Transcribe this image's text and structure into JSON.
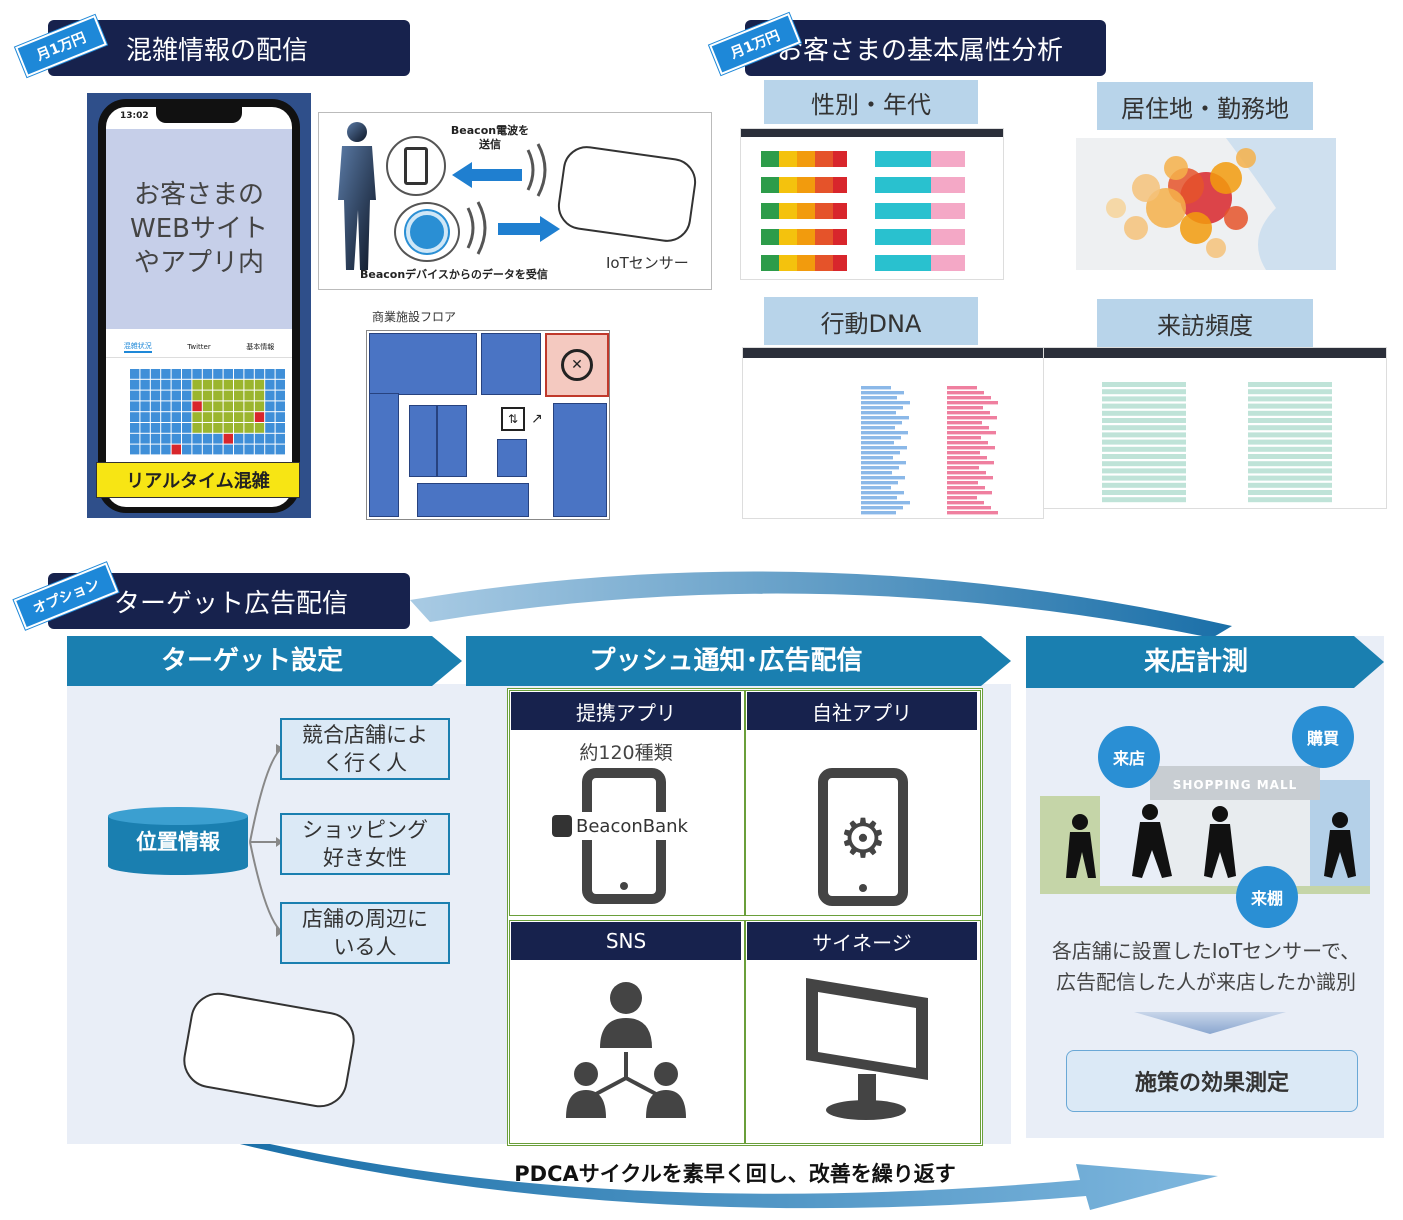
{
  "sections": {
    "congestion": {
      "tag": "月1万円",
      "title": "混雑情報の配信"
    },
    "attributes": {
      "tag": "月1万円",
      "title": "お客さまの基本属性分析"
    },
    "target_ad": {
      "tag": "オプション",
      "title": "ターゲット広告配信"
    }
  },
  "phone": {
    "time": "13:02",
    "screen_text": "お客さまのWEBサイトやアプリ内",
    "tabs": [
      "混雑状況",
      "Twitter",
      "基本情報"
    ],
    "banner": "リアルタイム混雑"
  },
  "beacon": {
    "signal_send": "Beacon電波を送信",
    "signal_receive": "Beaconデバイスからのデータを受信",
    "sensor_label": "IoTセンサー",
    "floor_label": "商業施設フロア"
  },
  "analysis_labels": {
    "gender_age": "性別・年代",
    "residence": "居住地・勤務地",
    "behavior_dna": "行動DNA",
    "visit_frequency": "来訪頻度"
  },
  "flow": {
    "step1": "ターゲット設定",
    "step2": "プッシュ通知･広告配信",
    "step3": "来店計測"
  },
  "targeting": {
    "source": "位置情報",
    "targets": [
      "競合店舗によく行く人",
      "ショッピング好き女性",
      "店舗の周辺にいる人"
    ]
  },
  "channels": {
    "partner_app": {
      "label": "提携アプリ",
      "note": "約120種類",
      "brand": "BeaconBank"
    },
    "own_app": {
      "label": "自社アプリ"
    },
    "sns": {
      "label": "SNS"
    },
    "signage": {
      "label": "サイネージ"
    }
  },
  "measurement": {
    "bubbles": [
      "来店",
      "購買",
      "来棚"
    ],
    "mall_sign": "SHOPPING MALL",
    "description_line1": "各店舗に設置したIoTセンサーで、",
    "description_line2": "広告配信した人が来店したか識別",
    "result": "施策の効果測定"
  },
  "pdca": "PDCAサイクルを素早く回し、改善を繰り返す",
  "colors": {
    "navy": "#17224d",
    "blue": "#1a7fb0",
    "tag_blue": "#1e88d8",
    "label_blue": "#b8d4ea",
    "yellow": "#f7e514"
  }
}
